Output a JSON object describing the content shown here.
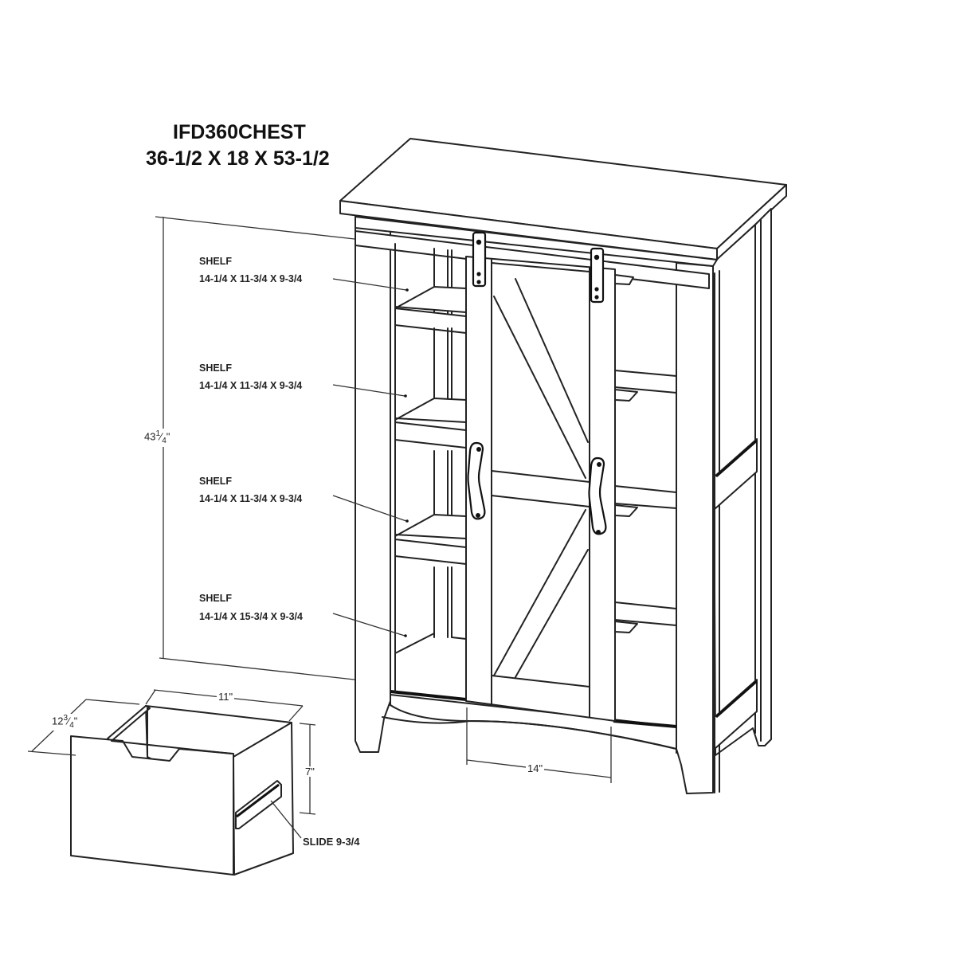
{
  "header": {
    "model": "IFD360CHEST",
    "overall_dimensions": "36-1/2 X 18 X 53-1/2"
  },
  "shelves": [
    {
      "label": "SHELF",
      "dimensions": "14-1/4 X 11-3/4 X 9-3/4"
    },
    {
      "label": "SHELF",
      "dimensions": "14-1/4 X 11-3/4 X 9-3/4"
    },
    {
      "label": "SHELF",
      "dimensions": "14-1/4 X 11-3/4 X 9-3/4"
    },
    {
      "label": "SHELF",
      "dimensions": "14-1/4 X 15-3/4 X 9-3/4"
    }
  ],
  "dimensions": {
    "interior_height": {
      "whole": "43",
      "num": "1",
      "den": "4",
      "unit": "\""
    },
    "door_opening_width": "14\"",
    "drawer_width": "11\"",
    "drawer_depth": {
      "whole": "12",
      "num": "3",
      "den": "4",
      "unit": "\""
    },
    "drawer_height": "7\""
  },
  "callouts": {
    "slide": "SLIDE 9-3/4"
  },
  "colors": {
    "line": "#222222",
    "background": "#ffffff"
  }
}
